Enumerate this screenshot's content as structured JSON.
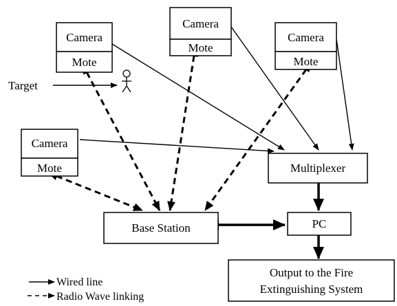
{
  "camera_units": [
    {
      "camera_label": "Camera",
      "mote_label": "Mote"
    },
    {
      "camera_label": "Camera",
      "mote_label": "Mote"
    },
    {
      "camera_label": "Camera",
      "mote_label": "Mote"
    },
    {
      "camera_label": "Camera",
      "mote_label": "Mote"
    }
  ],
  "target_label": "Target",
  "multiplexer_label": "Multiplexer",
  "base_station_label": "Base Station",
  "pc_label": "PC",
  "output_label": {
    "line1": "Output to the Fire",
    "line2": "Extinguishing System"
  },
  "legend": {
    "wired": "Wired line",
    "radio": "Radio Wave linking"
  }
}
